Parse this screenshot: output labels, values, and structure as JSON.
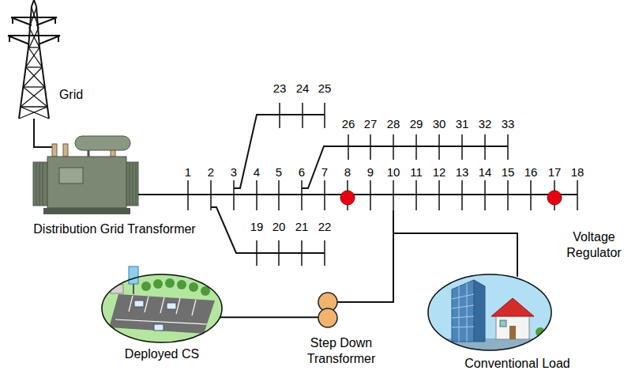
{
  "diagram": {
    "nodes": [
      {
        "text": [
          "Deployed CS"
        ]
      },
      {
        "text": [
          "Step Down Transformer"
        ]
      },
      {
        "text": [
          "Conventional Load"
        ]
      }
    ],
    "edges": [
      {
        "from": 0,
        "to": 1,
        "arrow": "none"
      }
    ],
    "labels": [
      "Grid",
      "23",
      "24",
      "25",
      "26",
      "27",
      "28",
      "29",
      "30",
      "31",
      "32",
      "33",
      "1",
      "2",
      "3",
      "4",
      "5",
      "6",
      "7",
      "8",
      "9",
      "10",
      "11",
      "12",
      "13",
      "14",
      "15",
      "16",
      "17",
      "18",
      "Distribution Grid Transformer",
      "19",
      "20",
      "21",
      "22",
      "Voltage Regulator"
    ]
  }
}
